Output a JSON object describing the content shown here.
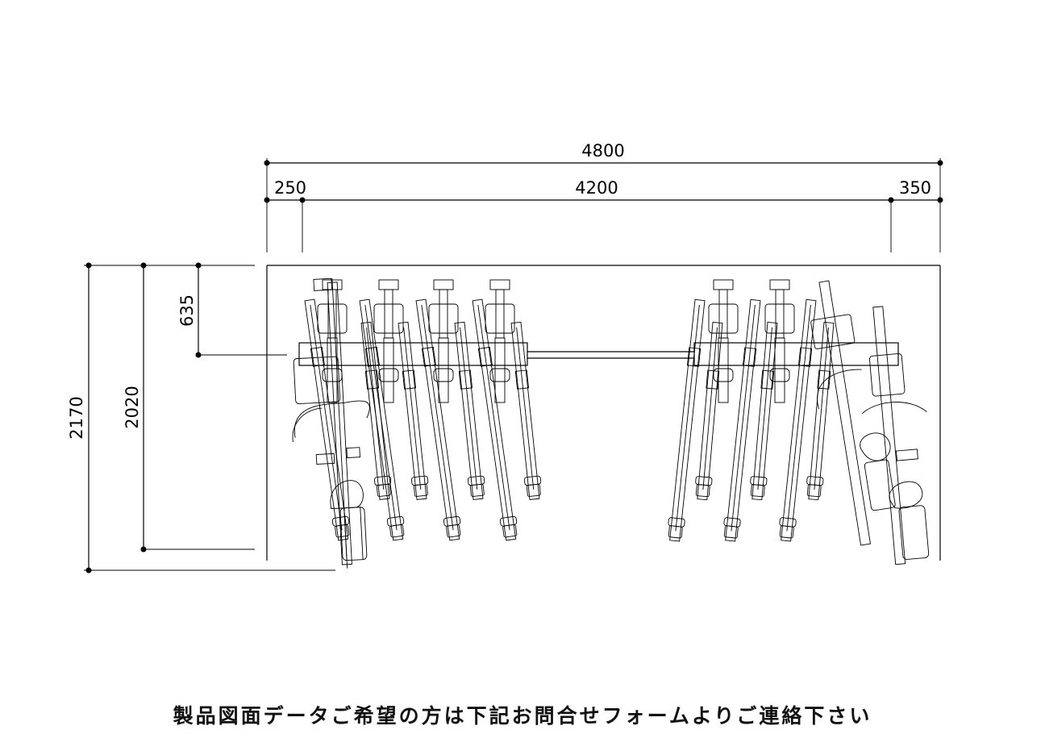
{
  "dimensions": {
    "overall_width": "4800",
    "left_offset": "250",
    "rack_length": "4200",
    "right_offset": "350",
    "overall_depth": "2170",
    "rack_depth": "2020",
    "bar_offset": "635"
  },
  "footer": {
    "text": "製品図面データご希望の方は下記お問合せフォームよりご連絡下さい"
  }
}
